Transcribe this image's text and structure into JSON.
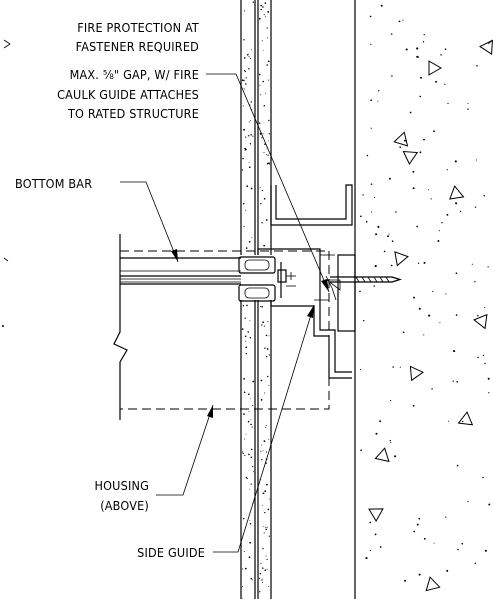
{
  "callouts": {
    "fire_protection": [
      "FIRE PROTECTION AT",
      "FASTENER REQUIRED",
      "MAX. ⅝\" GAP, W/ FIRE",
      "CAULK GUIDE ATTACHES",
      "TO RATED STRUCTURE"
    ],
    "bottom_bar": "BOTTOM BAR",
    "housing": [
      "HOUSING",
      "(ABOVE)"
    ],
    "side_guide": "SIDE GUIDE"
  }
}
